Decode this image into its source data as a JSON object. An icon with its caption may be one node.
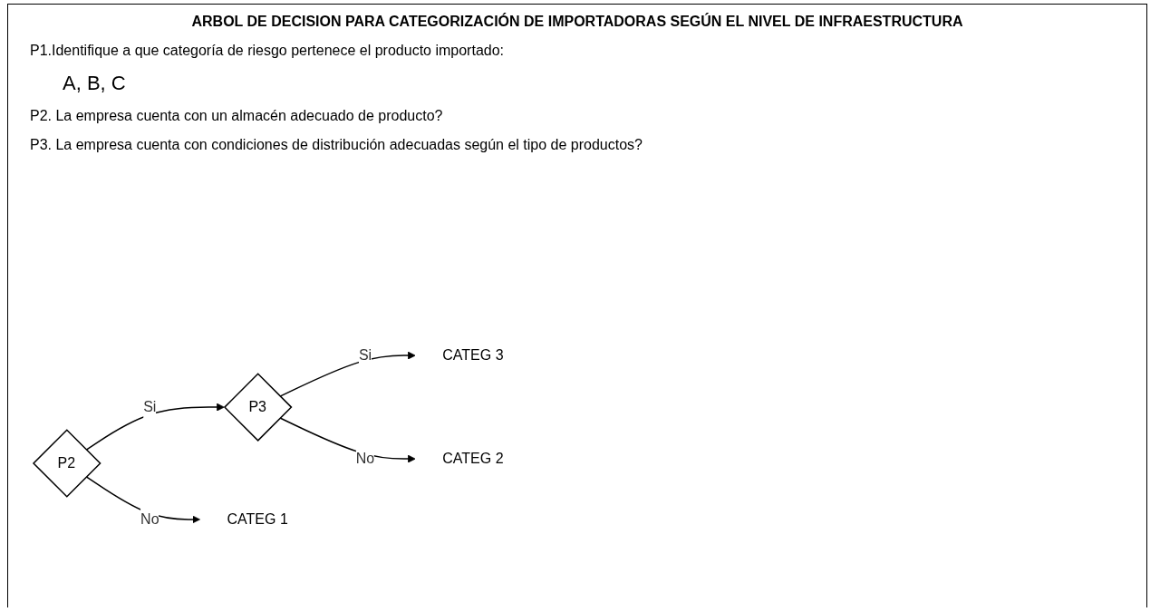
{
  "diagram": {
    "title": "ARBOL DE DECISION PARA CATEGORIZACIÓN DE IMPORTADORAS SEGÚN EL NIVEL DE INFRAESTRUCTURA",
    "nodes": [
      {
        "text": [
          "P2"
        ]
      },
      {
        "text": [
          "P3"
        ]
      },
      {
        "text": [
          "CATEG 3"
        ]
      },
      {
        "text": [
          "CATEG 1"
        ]
      },
      {
        "text": [
          "CATEG 2"
        ]
      }
    ],
    "edges": [
      {
        "from": 0,
        "to": 1,
        "arrow": "to",
        "label": "Si"
      },
      {
        "from": 1,
        "to": 2,
        "arrow": "to",
        "label": "Si"
      },
      {
        "from": 0,
        "to": 3,
        "arrow": "to",
        "label": "No"
      },
      {
        "from": 1,
        "to": 4,
        "arrow": "to",
        "label": "No"
      }
    ],
    "labels": [
      "P1.Identifique a que categoría de riesgo pertenece el producto importado:",
      "A, B, C",
      "P2. La empresa cuenta con un almacén adecuado de producto?",
      "P3. La empresa cuenta con condiciones de distribución adecuadas según el tipo de productos?"
    ]
  }
}
